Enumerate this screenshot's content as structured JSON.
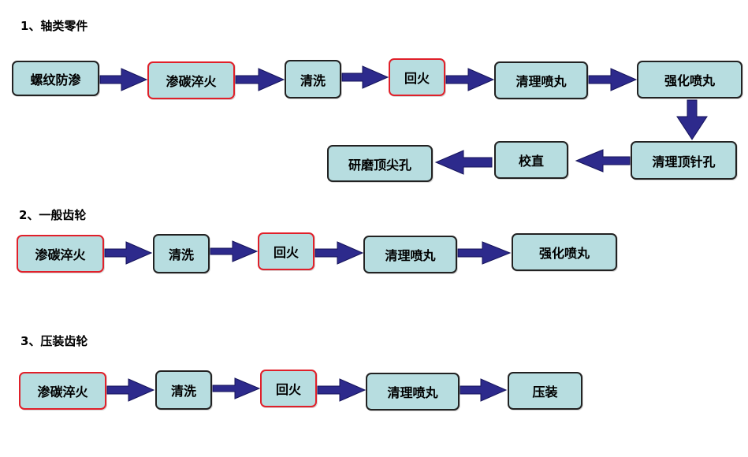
{
  "sections": [
    {
      "heading": "1、轴类零件",
      "row1": [
        "螺纹防渗",
        "渗碳淬火",
        "清洗",
        "回火",
        "清理喷丸",
        "强化喷丸"
      ],
      "row2": [
        "研磨顶尖孔",
        "校直",
        "清理顶针孔"
      ]
    },
    {
      "heading": "2、一般齿轮",
      "steps": [
        "渗碳淬火",
        "清洗",
        "回火",
        "清理喷丸",
        "强化喷丸"
      ]
    },
    {
      "heading": "3、压装齿轮",
      "steps": [
        "渗碳淬火",
        "清洗",
        "回火",
        "清理喷丸",
        "压装"
      ]
    }
  ],
  "colors": {
    "box_fill": "#b7dde0",
    "box_border": "#222222",
    "highlight_border": "#e0202a",
    "arrow_fill": "#2d2a8c"
  }
}
